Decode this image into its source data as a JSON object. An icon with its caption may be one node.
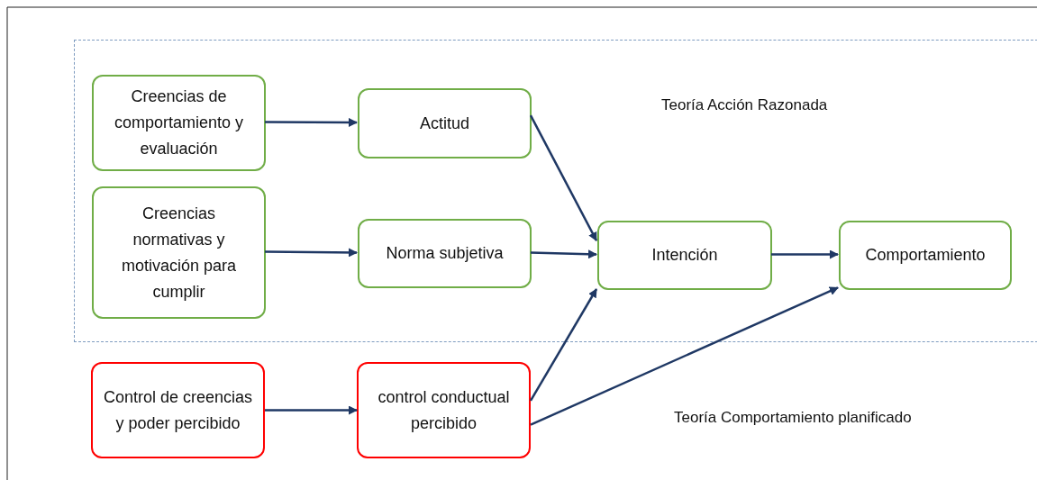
{
  "diagram": {
    "nodes": [
      {
        "text": [
          "Teoría Acción Razonada"
        ]
      },
      {
        "text": [
          "Creencias de comportamiento y evaluación"
        ],
        "in": 0
      },
      {
        "text": [
          "Actitud"
        ],
        "in": 0
      },
      {
        "text": [
          "Creencias normativas  y motivación para cumplir"
        ],
        "in": 0
      },
      {
        "text": [
          "Norma subjetiva"
        ],
        "in": 0
      },
      {
        "text": [
          "Intención"
        ],
        "in": 0
      },
      {
        "text": [
          "Comportamiento"
        ],
        "in": 0
      },
      {
        "text": [
          "Control de creencias  y poder percibido"
        ]
      },
      {
        "text": [
          "control conductual percibido"
        ]
      }
    ],
    "edges": [
      {
        "from": 1,
        "to": 2,
        "arrow": "to"
      },
      {
        "from": 3,
        "to": 4,
        "arrow": "to"
      },
      {
        "from": 2,
        "to": 5,
        "arrow": "to"
      },
      {
        "from": 4,
        "to": 5,
        "arrow": "to"
      },
      {
        "from": 5,
        "to": 6,
        "arrow": "to"
      },
      {
        "from": 7,
        "to": 8,
        "arrow": "to"
      },
      {
        "from": 8,
        "to": 5,
        "arrow": "to"
      },
      {
        "from": 8,
        "to": 6,
        "arrow": "to"
      }
    ],
    "labels": [
      "Teoría Comportamiento planificado"
    ]
  }
}
